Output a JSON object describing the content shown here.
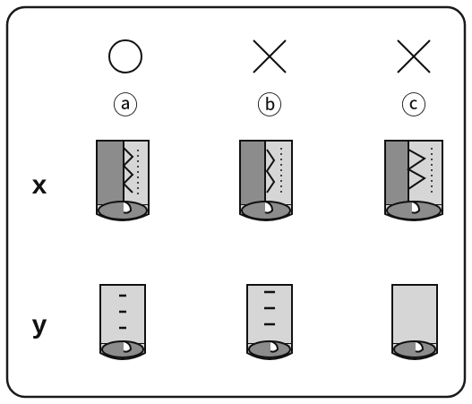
{
  "columns": [
    {
      "symbol": "circle-mark",
      "label": "ⓐ"
    },
    {
      "symbol": "cross-mark",
      "label": "ⓑ"
    },
    {
      "symbol": "cross-mark",
      "label": "ⓒ"
    }
  ],
  "rows": [
    {
      "label": "x",
      "stitch": "zigzag-overcast"
    },
    {
      "label": "y",
      "stitch": "straight-dashes"
    }
  ],
  "colors": {
    "frame": "#1a1a1a",
    "fabric_light": "#d6d6d6",
    "fabric_dark": "#8c8c8c",
    "stroke": "#111111"
  }
}
